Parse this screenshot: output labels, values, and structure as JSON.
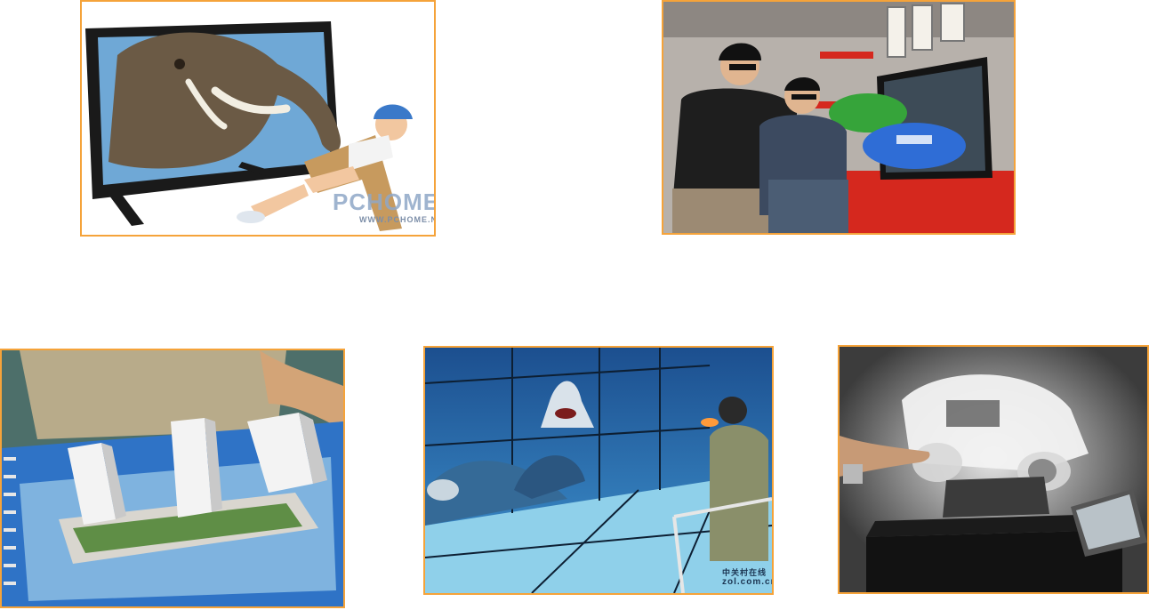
{
  "page": {
    "background": "#ffffff",
    "frame_color": "#f5a33a"
  },
  "images": [
    {
      "name": "3d-tv-elephant-photo",
      "watermark_main": "PCHOME",
      "watermark_sub": "WWW.PCHOME.NET"
    },
    {
      "name": "3d-gaming-living-room-photo",
      "watermark_main": "",
      "watermark_sub": ""
    },
    {
      "name": "ar-building-model-photo",
      "watermark_main": "",
      "watermark_sub": ""
    },
    {
      "name": "immersive-aquarium-wall-photo",
      "watermark_main": "zol.com.cn",
      "watermark_sub": "中关村在线"
    },
    {
      "name": "holographic-car-projection-photo",
      "watermark_main": "",
      "watermark_sub": ""
    }
  ]
}
